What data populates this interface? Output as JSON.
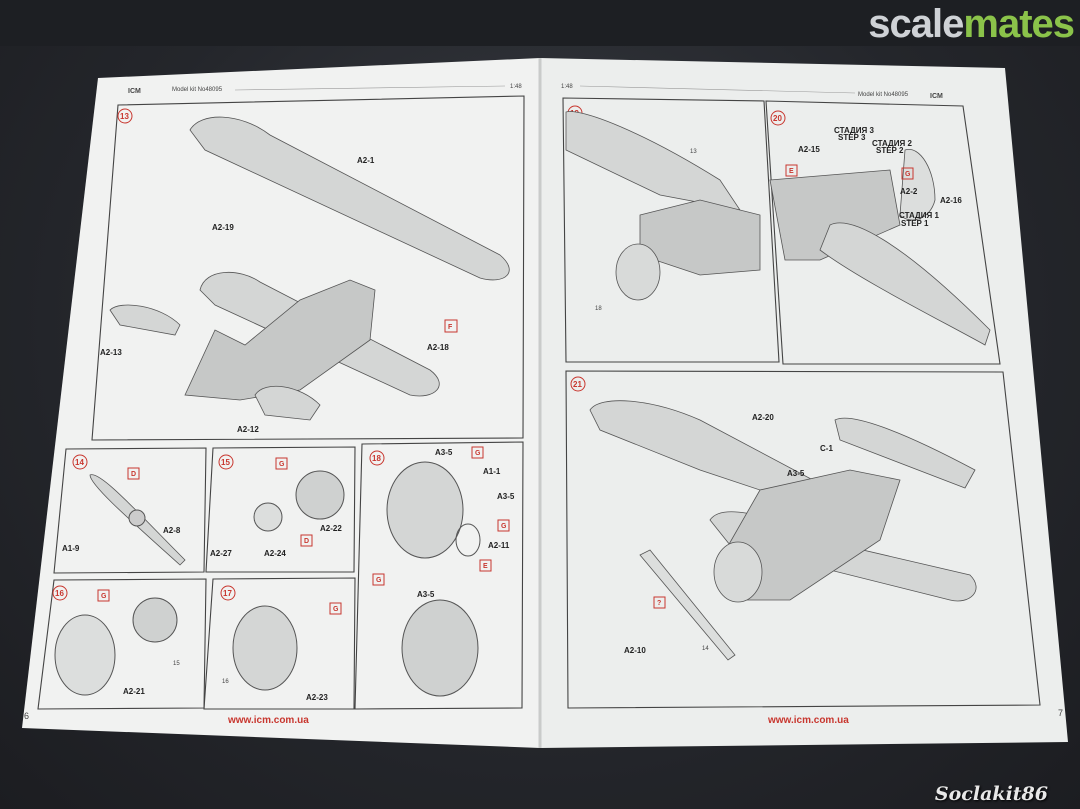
{
  "brand": {
    "logo_part1": "scale",
    "logo_part2": "mates",
    "watermark": "Soclakit86"
  },
  "left_page": {
    "maker": "ICM",
    "kit": "Model kit No48095",
    "scale": "1:48",
    "page_number": "6",
    "url": "www.icm.com.ua",
    "steps": [
      {
        "num": "13",
        "labels": [
          "A2-1",
          "A2-19",
          "A2-13",
          "A2-12",
          "A2-18"
        ],
        "tags": [
          "F"
        ]
      },
      {
        "num": "14",
        "labels": [
          "A1-9",
          "A2-8"
        ],
        "tags": [
          "D"
        ]
      },
      {
        "num": "15",
        "labels": [
          "A2-27",
          "A2-24",
          "A2-22"
        ],
        "tags": [
          "G",
          "D"
        ]
      },
      {
        "num": "16",
        "labels": [
          "A2-21"
        ],
        "tags": [
          "G"
        ],
        "refs": [
          "15"
        ]
      },
      {
        "num": "17",
        "labels": [
          "A2-23"
        ],
        "tags": [
          "G"
        ],
        "refs": [
          "16"
        ]
      },
      {
        "num": "18",
        "labels": [
          "A3-5",
          "A1-1",
          "A3-5",
          "A2-11",
          "A3-5"
        ],
        "tags": [
          "G",
          "G",
          "G",
          "E"
        ]
      }
    ]
  },
  "right_page": {
    "maker": "ICM",
    "kit": "Model kit No48095",
    "scale": "1:48",
    "page_number": "7",
    "url": "www.icm.com.ua",
    "steps": [
      {
        "num": "19",
        "refs": [
          "13",
          "18"
        ]
      },
      {
        "num": "20",
        "labels": [
          "A2-15",
          "A2-2",
          "A2-16"
        ],
        "stages": [
          "СТАДИЯ 3",
          "STEP 3",
          "СТАДИЯ 2",
          "STEP 2",
          "СТАДИЯ 1",
          "STEP 1"
        ],
        "tags": [
          "E",
          "G"
        ]
      },
      {
        "num": "21",
        "labels": [
          "A2-20",
          "C-1",
          "A3-5",
          "A2-10"
        ],
        "tags": [
          "?"
        ],
        "refs": [
          "14"
        ]
      }
    ]
  }
}
